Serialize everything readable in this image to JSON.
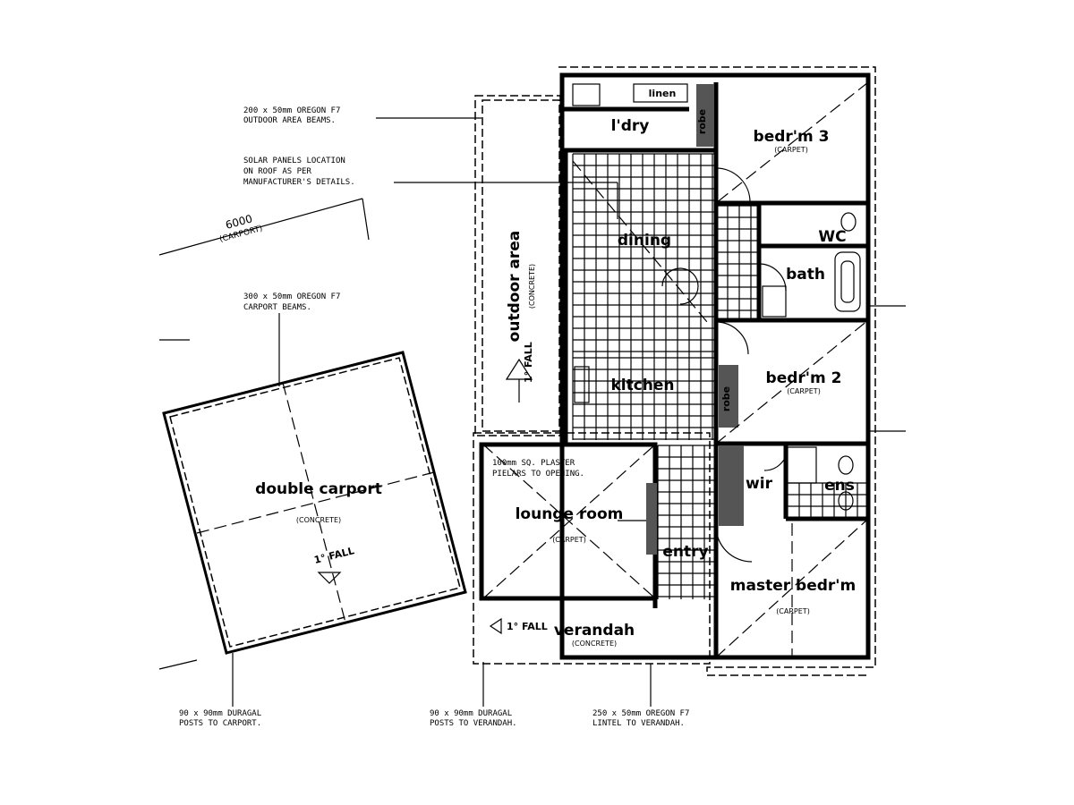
{
  "rooms": {
    "bed3": "bedr'm 3",
    "bed3_sub": "(CARPET)",
    "ldry": "l'dry",
    "linen": "linen",
    "robe": "robe",
    "dining": "dining",
    "wc": "WC",
    "bath": "bath",
    "outdoor": "outdoor area",
    "outdoor_sub": "(CONCRETE)",
    "kitchen": "kitchen",
    "bed2": "bedr'm 2",
    "bed2_sub": "(CARPET)",
    "wir": "wir",
    "ens": "ens",
    "lounge": "lounge room",
    "lounge_sub": "(CARPET)",
    "entry": "entry",
    "master": "master bedr'm",
    "master_sub": "(CARPET)",
    "verandah": "verandah",
    "verandah_sub": "(CONCRETE)",
    "carport": "double carport",
    "carport_sub": "(CONCRETE)"
  },
  "notes": {
    "beams_outdoor": [
      "200 x 50mm OREGON F7",
      "OUTDOOR AREA BEAMS."
    ],
    "solar": [
      "SOLAR PANELS LOCATION",
      "ON ROOF AS PER",
      "MANUFACTURER'S DETAILS."
    ],
    "beams_carport": [
      "300 x 50mm OREGON F7",
      "CARPORT BEAMS."
    ],
    "posts_carport": [
      "90 x 90mm DURAGAL",
      "POSTS TO CARPORT."
    ],
    "posts_verandah": [
      "90 x 90mm DURAGAL",
      "POSTS TO VERANDAH."
    ],
    "lintel": [
      "250 x 50mm OREGON F7",
      "LINTEL TO VERANDAH."
    ],
    "plaster": [
      "100mm SQ. PLASTER",
      "PIELARS TO OPENING."
    ]
  },
  "dims": {
    "carport_len": "6000",
    "carport_len_sub": "(CARPORT)",
    "fall1": "1° FALL",
    "fall2": "1° FALL",
    "fall3": "1° FALL"
  }
}
